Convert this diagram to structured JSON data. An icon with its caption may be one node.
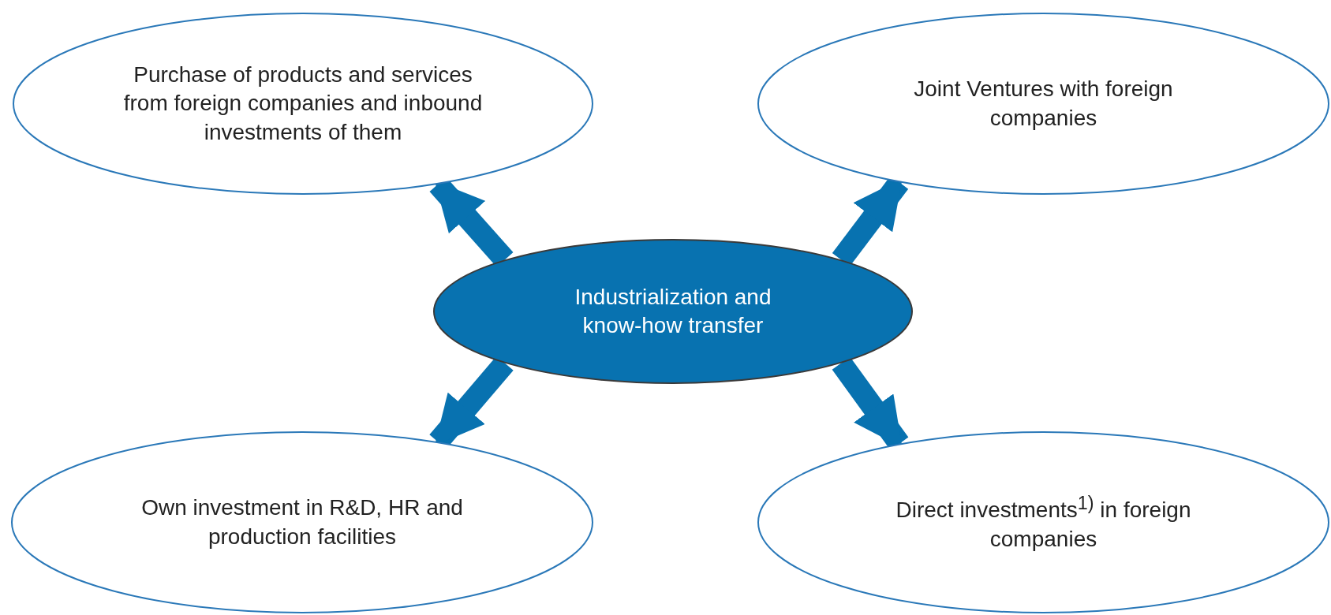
{
  "diagram": {
    "nodes": [
      {
        "text": [
          "Purchase of products and services from foreign companies and inbound investments of them"
        ]
      },
      {
        "text": [
          "Joint Ventures with foreign companies"
        ]
      },
      {
        "text": [
          "Industrialization and know-how transfer"
        ]
      },
      {
        "text": [
          "Own investment in R&D, HR and production facilities"
        ]
      },
      {
        "text": [
          "Direct investments$^{1)}$ in foreign companies"
        ]
      }
    ],
    "edges": [
      {
        "from": 2,
        "to": 0,
        "arrow": "to"
      },
      {
        "from": 2,
        "to": 1,
        "arrow": "to"
      },
      {
        "from": 2,
        "to": 3,
        "arrow": "to"
      },
      {
        "from": 2,
        "to": 4,
        "arrow": "to"
      }
    ]
  }
}
